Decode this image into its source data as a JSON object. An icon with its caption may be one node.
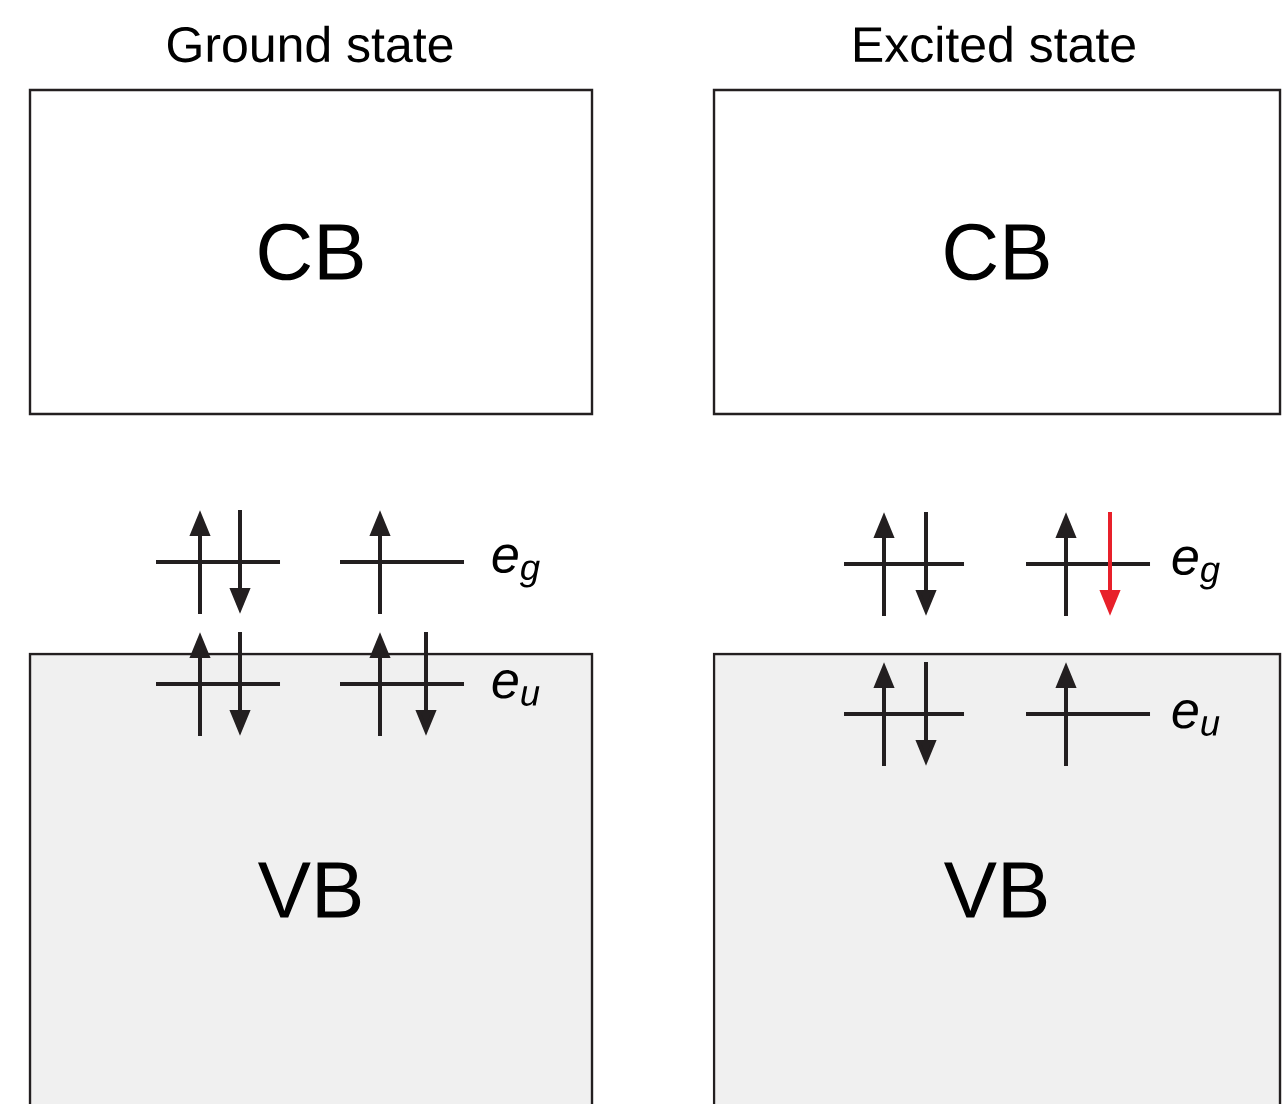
{
  "diagram": {
    "nodes": [
      {
        "text": [
          "CB"
        ]
      },
      {
        "text": [
          "VB"
        ]
      },
      {
        "text": [
          "CB"
        ]
      },
      {
        "text": [
          "VB"
        ]
      }
    ],
    "labels": [
      "Ground state",
      "Excited state",
      "e$_{g}$",
      "e$_{u}$",
      "e$_{g}$",
      "e$_{u}$"
    ]
  }
}
